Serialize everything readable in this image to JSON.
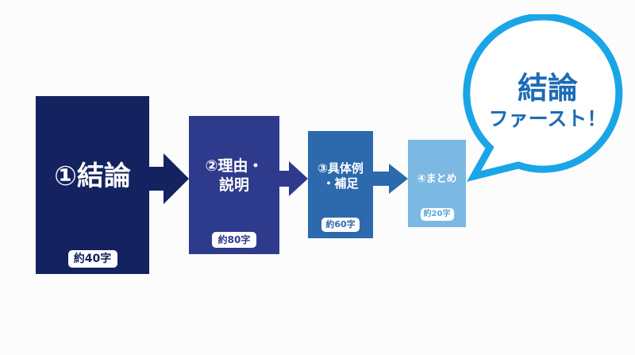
{
  "steps": [
    {
      "number": "①",
      "title_line1": "①結論",
      "title_line2": "",
      "label": "約40字",
      "color": "#14235f"
    },
    {
      "number": "②",
      "title_line1": "②理由・",
      "title_line2": "説明",
      "label": "約80字",
      "color": "#2e3a8c"
    },
    {
      "number": "③",
      "title_line1": "③具体例",
      "title_line2": "・補足",
      "label": "約60字",
      "color": "#2d6aad"
    },
    {
      "number": "④",
      "title_line1": "④まとめ",
      "title_line2": "",
      "label": "約20字",
      "color": "#7bb9e3"
    }
  ],
  "bubble": {
    "line1": "結論",
    "line2": "ファースト！",
    "stroke_color": "#1aa5e6",
    "text_color": "#1f6bb5"
  }
}
